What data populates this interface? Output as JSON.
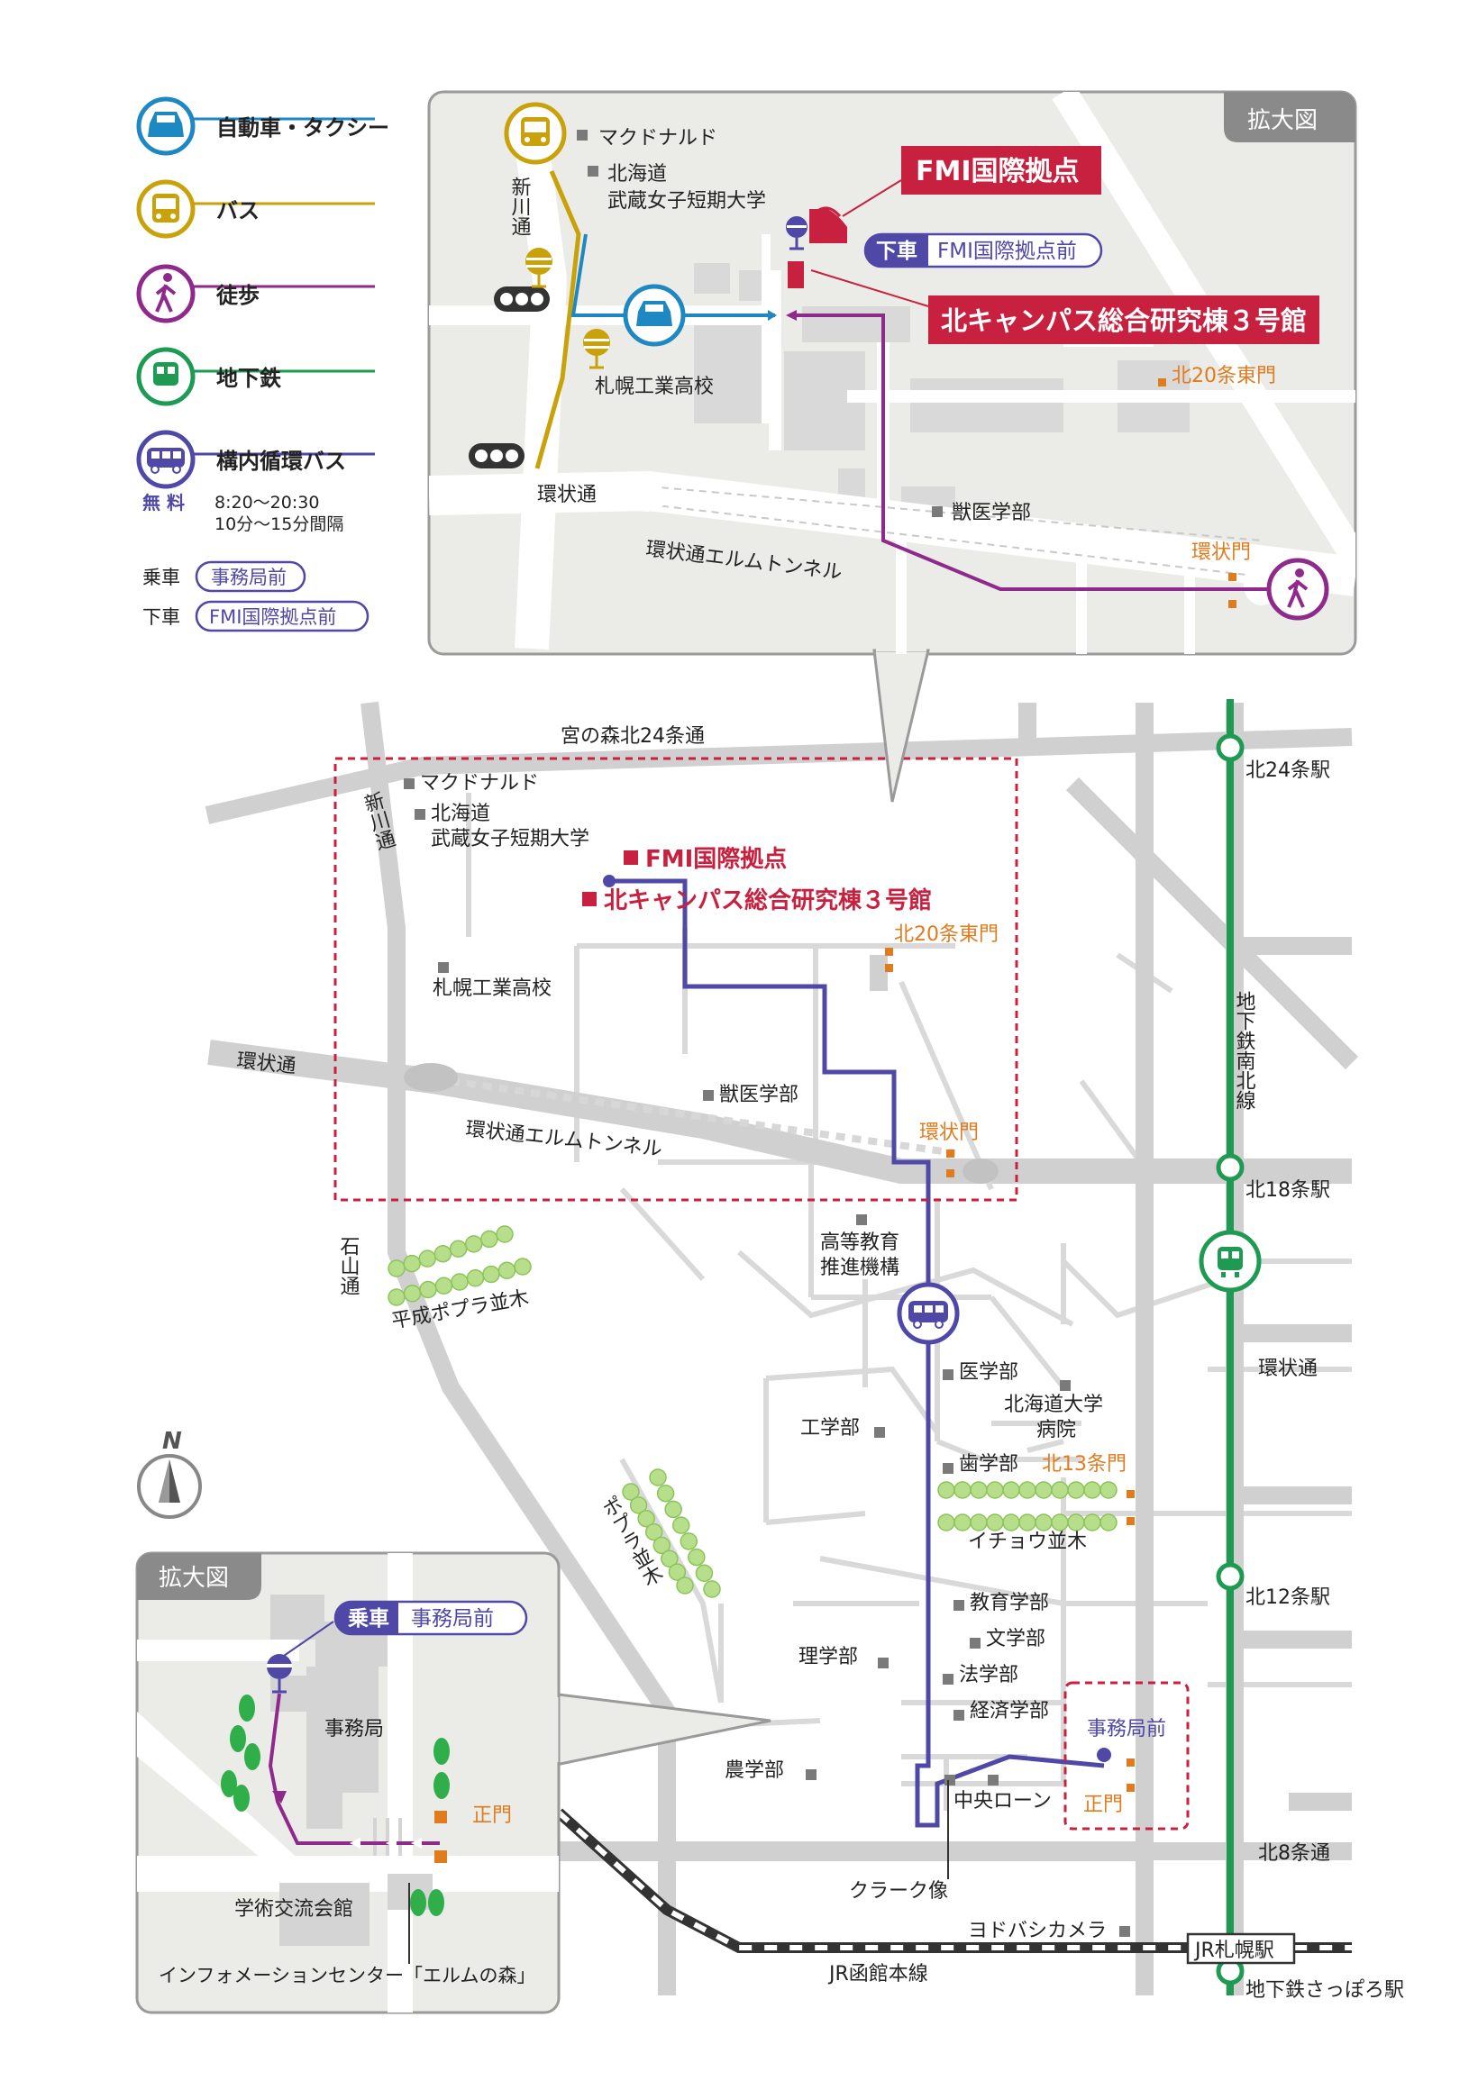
{
  "colors": {
    "car": "#1d88c1",
    "bus": "#c9a20a",
    "walk": "#8f2a8c",
    "subway": "#1e9a52",
    "shuttle": "#4f48a6",
    "fmi": "#c8203f",
    "gate": "#e07b1e",
    "road": "#cfcfcf",
    "block": "#e3e3e3",
    "inset_bg": "#ebebe8"
  },
  "legend": {
    "car": "自動車・タクシー",
    "bus": "バス",
    "walk": "徒歩",
    "subway": "地下鉄",
    "shuttle": "構内循環バス",
    "free_label": "無 料",
    "hours": "8:20〜20:30",
    "interval": "10分〜15分間隔",
    "board_label": "乗車",
    "board_stop": "事務局前",
    "alight_label": "下車",
    "alight_stop": "FMI国際拠点前",
    "icons": [
      "car-icon",
      "bus-icon",
      "walk-icon",
      "subway-icon",
      "shuttle-icon"
    ]
  },
  "top_inset": {
    "title": "拡大図",
    "mcdonalds": "マクドナルド",
    "college1": "北海道",
    "college2": "武蔵女子短期大学",
    "fmi_callout": "FMI国際拠点",
    "alight_label": "下車",
    "alight_stop": "FMI国際拠点前",
    "bldg_callout": "北キャンパス総合研究棟３号館",
    "shinkawa": "新川通",
    "kogyo": "札幌工業高校",
    "gate_n20e": "北20条東門",
    "kanjo": "環状通",
    "vet": "獣医学部",
    "gate_kanjo": "環状門",
    "tunnel": "環状通エルムトンネル"
  },
  "main_map": {
    "road_24": "宮の森北24条通",
    "mcdonalds": "マクドナルド",
    "shinkawa": "新川通",
    "college1": "北海道",
    "college2": "武蔵女子短期大学",
    "fmi": "FMI国際拠点",
    "bldg": "北キャンパス総合研究棟３号館",
    "gate_n20e": "北20条東門",
    "kogyo": "札幌工業高校",
    "kanjo_left": "環状通",
    "vet": "獣医学部",
    "tunnel": "環状通エルムトンネル",
    "gate_kanjo": "環状門",
    "ishiyama": "石山通",
    "poplar_heisei": "平成ポプラ並木",
    "higher_ed1": "高等教育",
    "higher_ed2": "推進機構",
    "medicine": "医学部",
    "hospital1": "北海道大学",
    "hospital2": "病院",
    "engineering": "工学部",
    "dentistry": "歯学部",
    "gate_n13": "北13条門",
    "ginkgo": "イチョウ並木",
    "poplar": "ポプラ並木",
    "education": "教育学部",
    "letters": "文学部",
    "science": "理学部",
    "law": "法学部",
    "economics": "経済学部",
    "office_stop": "事務局前",
    "agriculture": "農学部",
    "central_lawn": "中央ローン",
    "main_gate": "正門",
    "clark": "クラーク像",
    "yodobashi": "ヨドバシカメラ",
    "jr_sapporo": "JR札幌駅",
    "hakodate": "JR函館本線",
    "subway_sapporo": "地下鉄さっぽろ駅",
    "st_n24": "北24条駅",
    "subway_line": "地下鉄南北線",
    "st_n18": "北18条駅",
    "kanjo_right": "環状通",
    "st_n12": "北12条駅",
    "road_n8": "北8条通",
    "north": "N"
  },
  "bottom_inset": {
    "title": "拡大図",
    "board_label": "乗車",
    "board_stop": "事務局前",
    "office": "事務局",
    "main_gate": "正門",
    "hall": "学術交流会館",
    "info": "インフォメーションセンター「エルムの森」"
  }
}
